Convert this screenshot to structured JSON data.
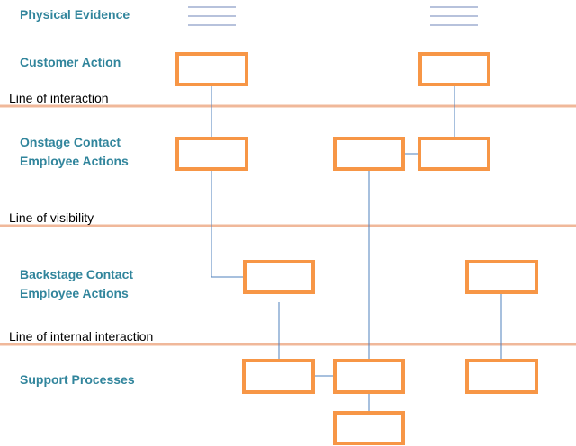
{
  "lanes": {
    "physical_evidence": "Physical Evidence",
    "customer_action": "Customer Action",
    "onstage_line1": "Onstage Contact",
    "onstage_line2": "Employee Actions",
    "backstage_line1": "Backstage Contact",
    "backstage_line2": "Employee Actions",
    "support_processes": "Support Processes"
  },
  "boundaries": {
    "interaction": "Line of interaction",
    "visibility": "Line of visibility",
    "internal_interaction": "Line of internal interaction"
  },
  "colors": {
    "lane_label": "#31859c",
    "boundary_line": "#f0b89a",
    "box_stroke": "#f79646",
    "connector": "#4f81bd",
    "evidence_lines": "#6f86b8",
    "boundary_text": "#000000"
  }
}
